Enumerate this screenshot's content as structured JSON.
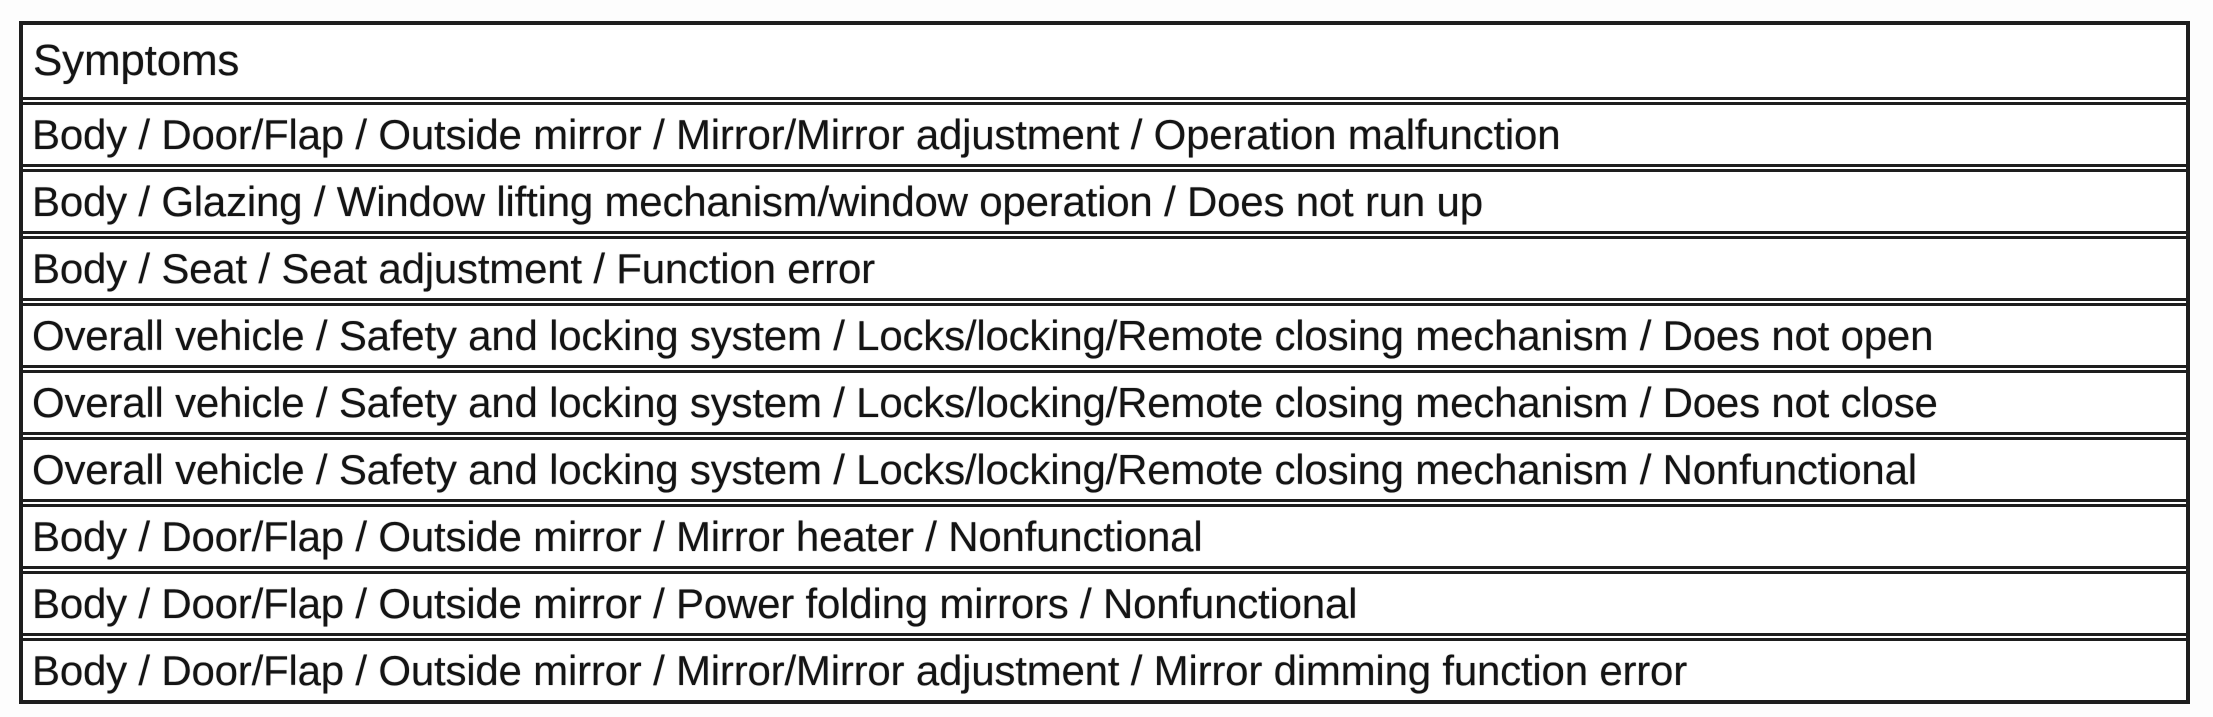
{
  "table": {
    "header": "Symptoms",
    "rows": [
      "Body / Door/Flap / Outside mirror / Mirror/Mirror adjustment / Operation malfunction",
      "Body / Glazing / Window lifting mechanism/window operation / Does not run up",
      "Body / Seat / Seat adjustment / Function error",
      "Overall vehicle / Safety and locking system / Locks/locking/Remote closing mechanism / Does not open",
      "Overall vehicle / Safety and locking system / Locks/locking/Remote closing mechanism / Does not close",
      "Overall vehicle / Safety and locking system / Locks/locking/Remote closing mechanism / Nonfunctional",
      "Body / Door/Flap / Outside mirror / Mirror heater / Nonfunctional",
      "Body / Door/Flap / Outside mirror / Power folding mirrors / Nonfunctional",
      "Body / Door/Flap / Outside mirror / Mirror/Mirror adjustment / Mirror dimming function error"
    ],
    "colors": {
      "border": "#1e1e1e",
      "text": "#141414",
      "background": "#ffffff"
    }
  }
}
